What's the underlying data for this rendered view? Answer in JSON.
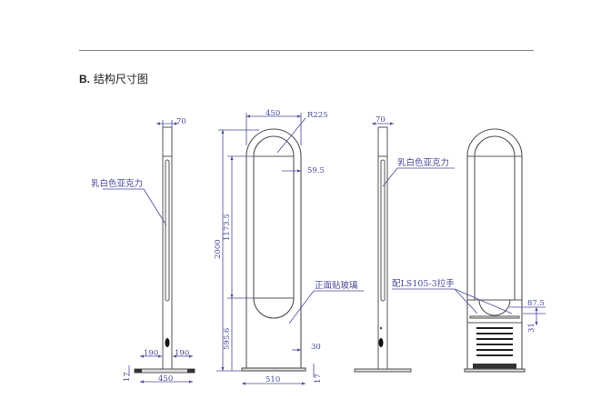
{
  "section": {
    "letter": "B.",
    "title": "结构尺寸图"
  },
  "colors": {
    "dimension": "#4a4a9a",
    "outline": "#555555",
    "rule": "#8a8a8a"
  },
  "views": {
    "side_left": {
      "top_width": "70",
      "callout": "乳白色亚克力",
      "base_left": "190",
      "base_right": "190",
      "base_width": "450",
      "base_height": "17"
    },
    "front": {
      "width": "450",
      "radius": "R225",
      "inset": "59.5",
      "total_height": "2000",
      "upper_height": "1173.5",
      "lower_height": "595.6",
      "callout": "正面贴玻璃",
      "frame": "30",
      "base_width": "510",
      "base_height": "17"
    },
    "side_right": {
      "top_width": "70",
      "callout": "乳白色亚克力"
    },
    "back": {
      "callout": "配LS105-3拉手",
      "handle_offset": "87.5",
      "handle_height": "31"
    }
  }
}
